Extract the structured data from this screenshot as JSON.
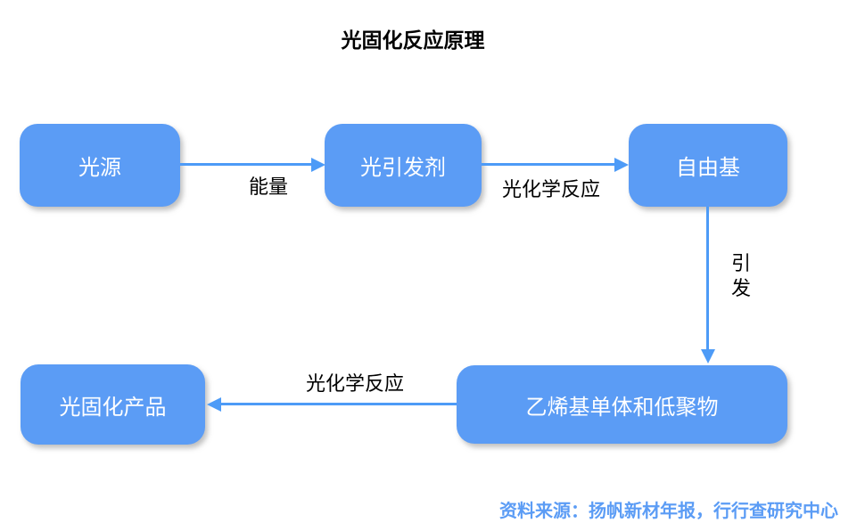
{
  "title": "光固化反应原理",
  "colors": {
    "node_fill": "#5B9CF5",
    "node_text": "#FFFFFF",
    "arrow": "#4D9BF7",
    "label_text": "#000000",
    "source_text": "#5B9CF5",
    "background": "#FFFFFF"
  },
  "nodes": [
    {
      "id": "light-source",
      "label": "光源"
    },
    {
      "id": "photoinitiator",
      "label": "光引发剂"
    },
    {
      "id": "free-radical",
      "label": "自由基"
    },
    {
      "id": "vinyl-monomer",
      "label": "乙烯基单体和低聚物"
    },
    {
      "id": "cured-product",
      "label": "光固化产品"
    }
  ],
  "edges": [
    {
      "from": "light-source",
      "to": "photoinitiator",
      "label": "能量",
      "direction": "right"
    },
    {
      "from": "photoinitiator",
      "to": "free-radical",
      "label": "光化学反应",
      "direction": "right"
    },
    {
      "from": "free-radical",
      "to": "vinyl-monomer",
      "label": "引发",
      "direction": "down"
    },
    {
      "from": "vinyl-monomer",
      "to": "cured-product",
      "label": "光化学反应",
      "direction": "left"
    }
  ],
  "source": "资料来源：扬帆新材年报，行行查研究中心"
}
